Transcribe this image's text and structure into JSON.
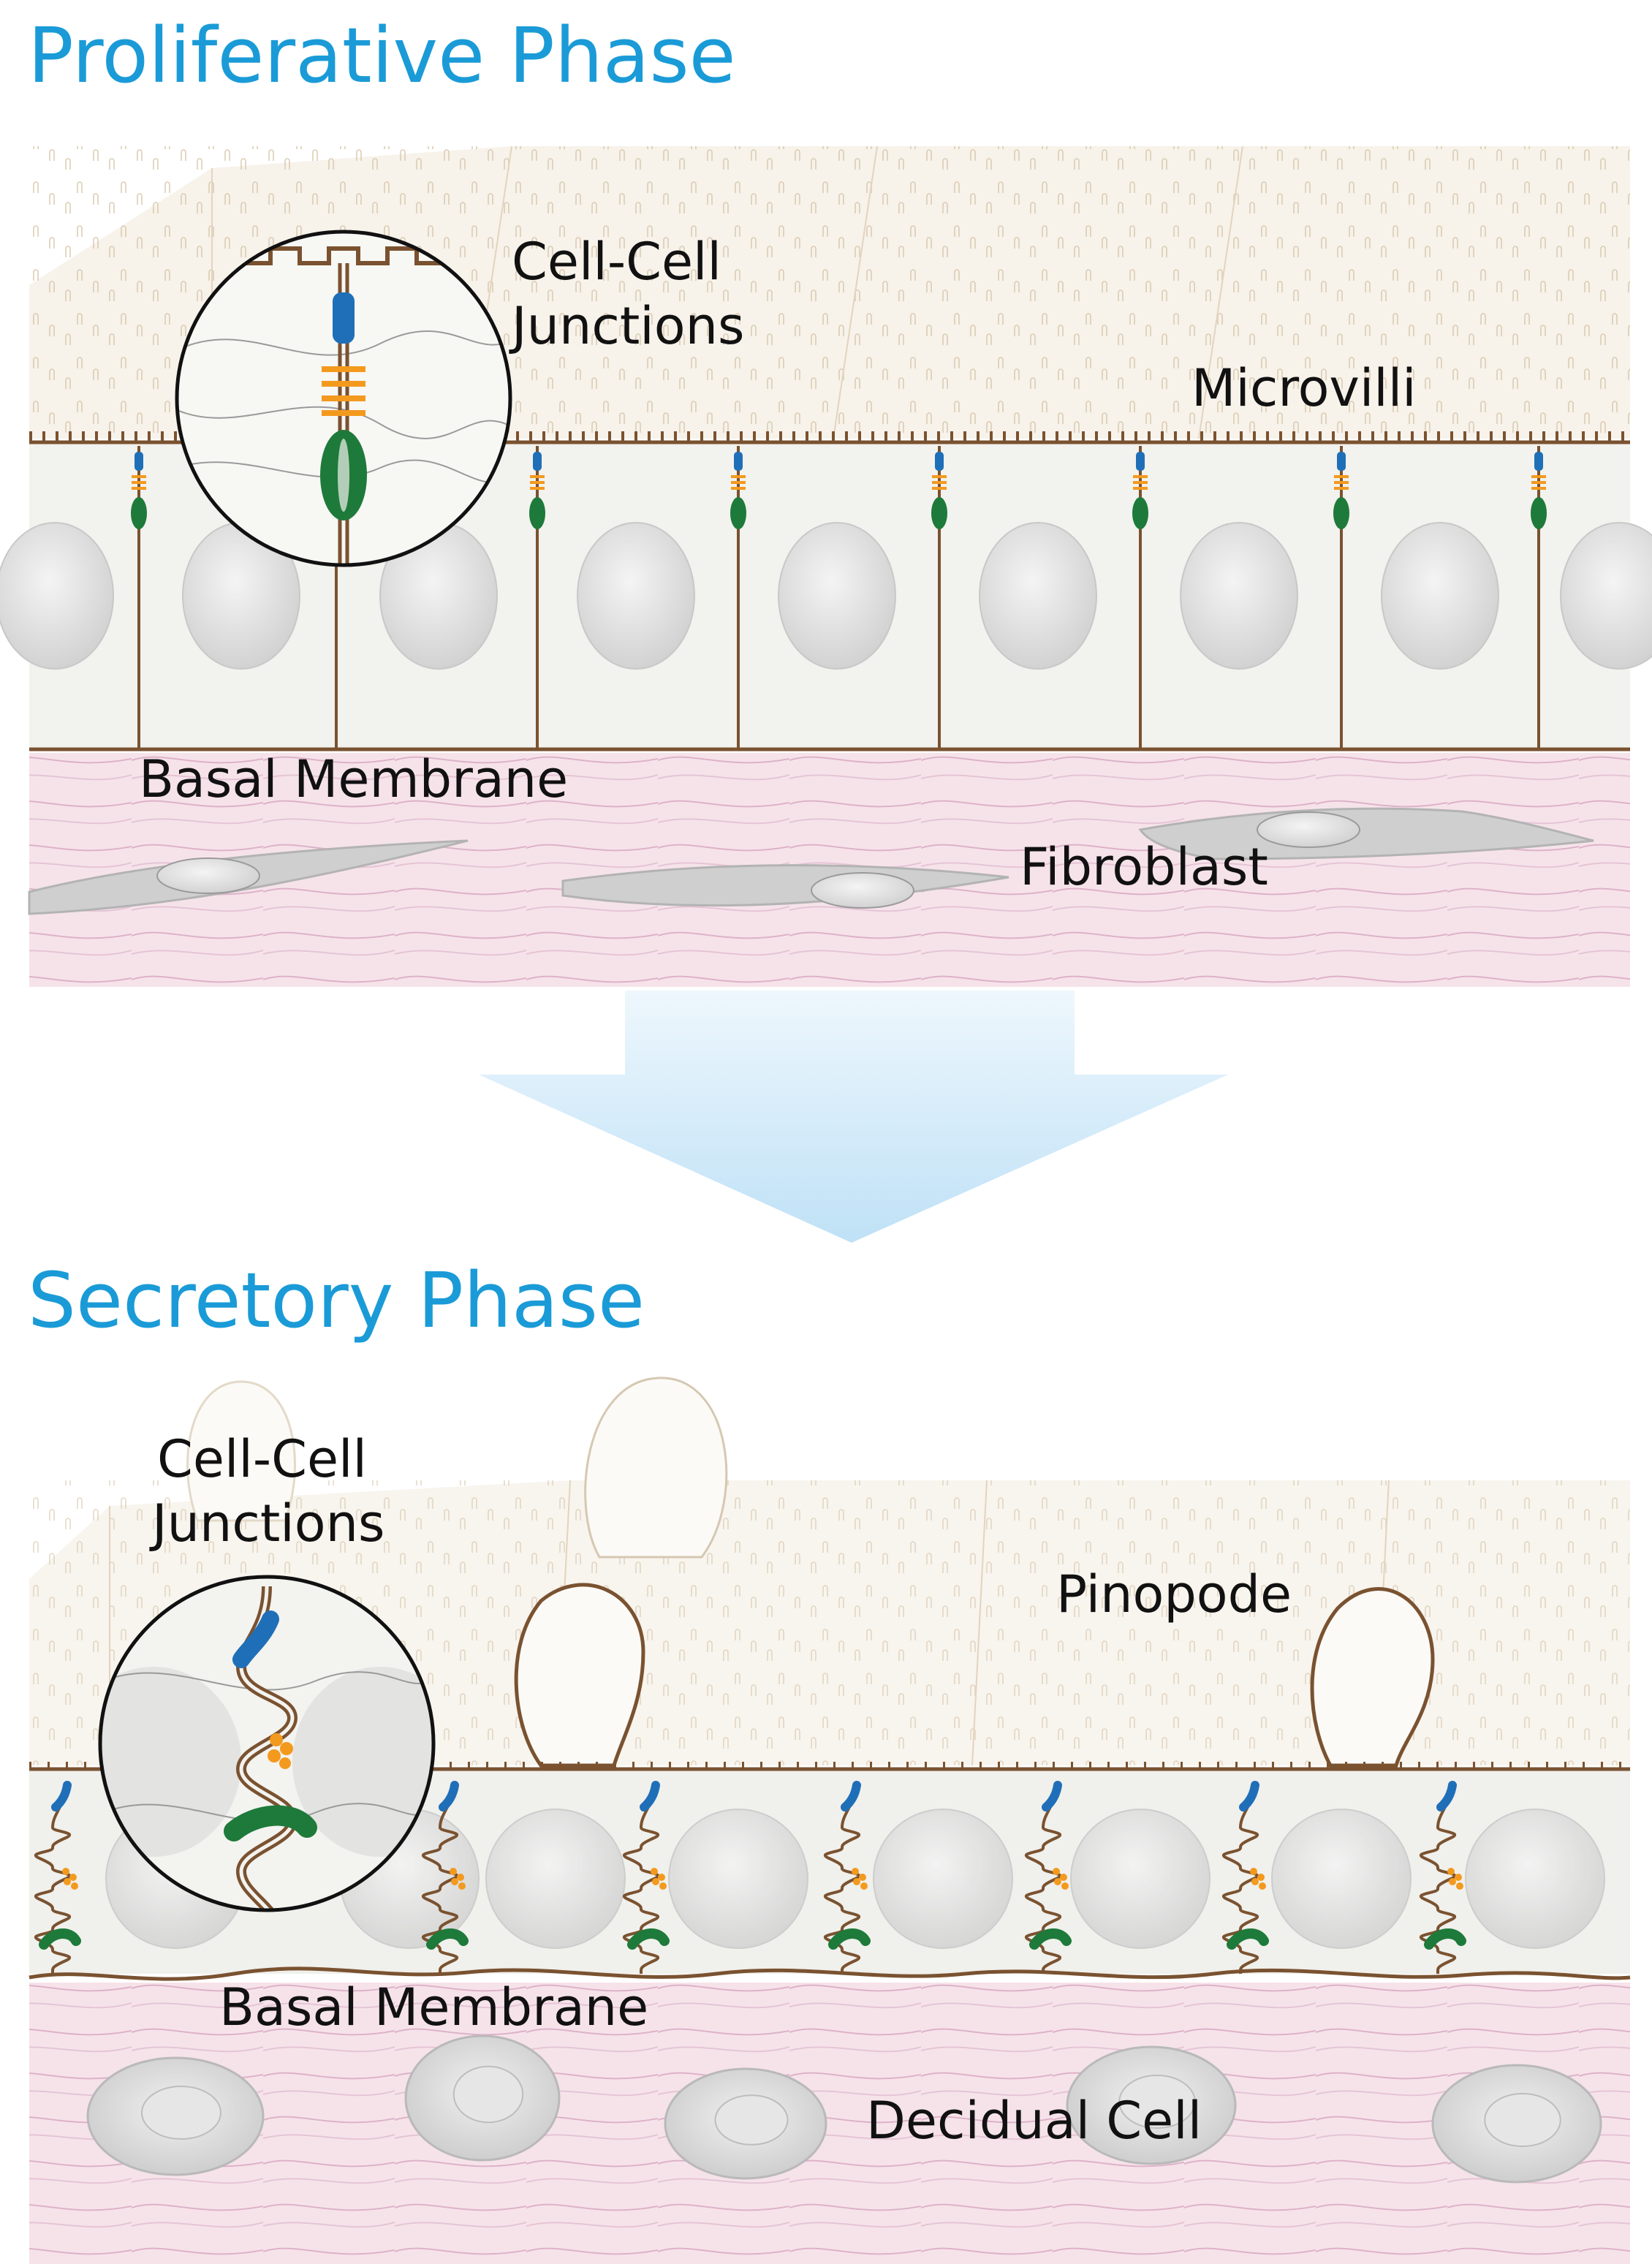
{
  "top_panel": {
    "title": "Proliferative Phase",
    "labels": {
      "junctions_line1": "Cell-Cell",
      "junctions_line2": "Junctions",
      "microvilli": "Microvilli",
      "basal_membrane": "Basal Membrane",
      "fibroblast": "Fibroblast"
    }
  },
  "bottom_panel": {
    "title": "Secretory Phase",
    "labels": {
      "junctions_line1": "Cell-Cell",
      "junctions_line2": "Junctions",
      "pinopode": "Pinopode",
      "basal_membrane": "Basal Membrane",
      "decidual_cell": "Decidual Cell"
    }
  },
  "colors": {
    "title": "#1a9bd7",
    "membrane": "#7a5230",
    "stroma": "#f6e3ea",
    "tight_junction": "#1f6fb8",
    "adherens_junction": "#f39a1e",
    "desmosome": "#1e7a3a",
    "arrow": "#cfe8f7"
  }
}
